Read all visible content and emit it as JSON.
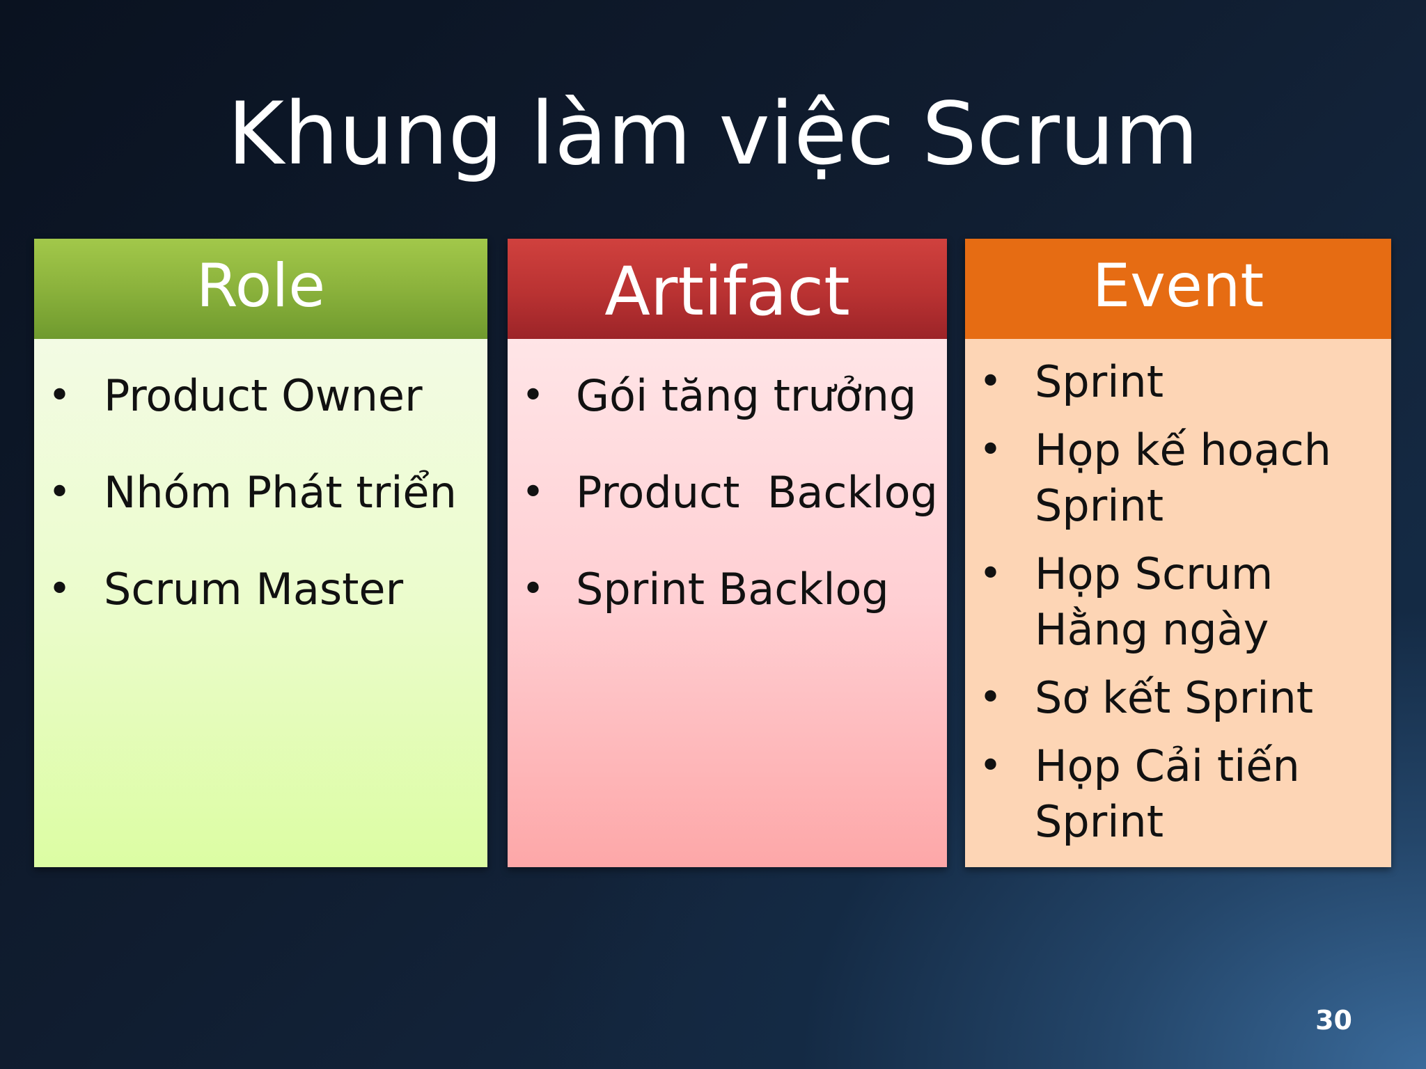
{
  "slide": {
    "title": "Khung làm việc Scrum",
    "page_number": "30"
  },
  "columns": [
    {
      "header": "Role",
      "header_color": "#8bb23c",
      "body_color": "#ebfccc",
      "items": [
        {
          "lines": [
            "Product Owner"
          ]
        },
        {
          "lines": [
            "Nhóm Phát triển"
          ]
        },
        {
          "lines": [
            "Scrum Master"
          ]
        }
      ]
    },
    {
      "header": "Artifact",
      "header_color": "#b93232",
      "body_color": "#ffcfd3",
      "items": [
        {
          "lines": [
            "Gói tăng trưởng"
          ]
        },
        {
          "lines": [
            "Product  Backlog"
          ]
        },
        {
          "lines": [
            "Sprint Backlog"
          ]
        }
      ]
    },
    {
      "header": "Event",
      "header_color": "#e66c13",
      "body_color": "#fdd5b5",
      "items": [
        {
          "lines": [
            "Sprint"
          ]
        },
        {
          "lines": [
            "Họp kế hoạch",
            "Sprint"
          ]
        },
        {
          "lines": [
            "Họp Scrum",
            "Hằng ngày"
          ]
        },
        {
          "lines": [
            "Sơ kết Sprint"
          ]
        },
        {
          "lines": [
            "Họp Cải tiến",
            "Sprint"
          ]
        }
      ]
    }
  ],
  "bullet_glyph": "•"
}
